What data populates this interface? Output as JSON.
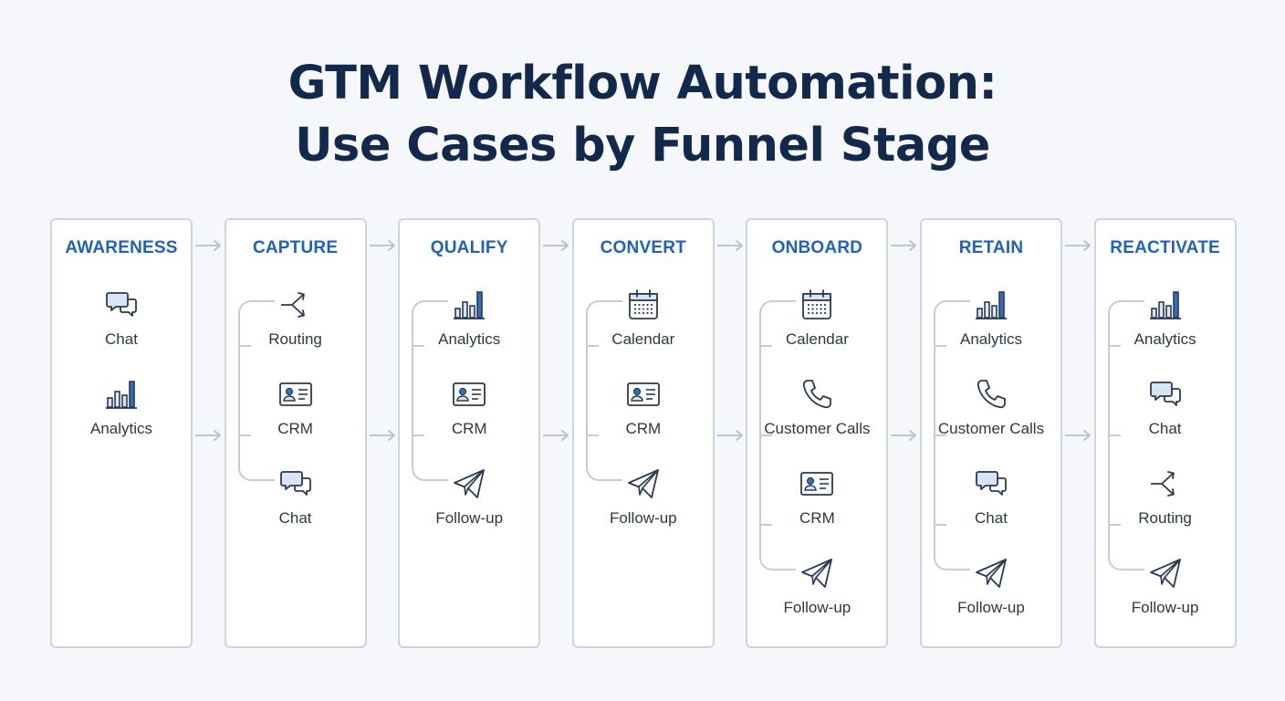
{
  "title": {
    "line1": "GTM Workflow Automation:",
    "line2": "Use Cases by Funnel Stage"
  },
  "stages": [
    {
      "name": "AWARENESS",
      "items": [
        {
          "label": "Chat",
          "icon": "chat-icon"
        },
        {
          "label": "Analytics",
          "icon": "analytics-icon"
        }
      ]
    },
    {
      "name": "CAPTURE",
      "items": [
        {
          "label": "Routing",
          "icon": "routing-icon"
        },
        {
          "label": "CRM",
          "icon": "crm-icon"
        },
        {
          "label": "Chat",
          "icon": "chat-icon"
        }
      ]
    },
    {
      "name": "QUALIFY",
      "items": [
        {
          "label": "Analytics",
          "icon": "analytics-icon"
        },
        {
          "label": "CRM",
          "icon": "crm-icon"
        },
        {
          "label": "Follow-up",
          "icon": "follow-up-icon"
        }
      ]
    },
    {
      "name": "CONVERT",
      "items": [
        {
          "label": "Calendar",
          "icon": "calendar-icon"
        },
        {
          "label": "CRM",
          "icon": "crm-icon"
        },
        {
          "label": "Follow-up",
          "icon": "follow-up-icon"
        }
      ]
    },
    {
      "name": "ONBOARD",
      "items": [
        {
          "label": "Calendar",
          "icon": "calendar-icon"
        },
        {
          "label": "Customer Calls",
          "icon": "phone-icon"
        },
        {
          "label": "CRM",
          "icon": "crm-icon"
        },
        {
          "label": "Follow-up",
          "icon": "follow-up-icon"
        }
      ]
    },
    {
      "name": "RETAIN",
      "items": [
        {
          "label": "Analytics",
          "icon": "analytics-icon"
        },
        {
          "label": "Customer Calls",
          "icon": "phone-icon"
        },
        {
          "label": "Chat",
          "icon": "chat-icon"
        },
        {
          "label": "Follow-up",
          "icon": "follow-up-icon"
        }
      ]
    },
    {
      "name": "REACTIVATE",
      "items": [
        {
          "label": "Analytics",
          "icon": "analytics-icon"
        },
        {
          "label": "Chat",
          "icon": "chat-icon"
        },
        {
          "label": "Routing",
          "icon": "routing-icon"
        },
        {
          "label": "Follow-up",
          "icon": "follow-up-icon"
        }
      ]
    }
  ],
  "colors": {
    "title": "#13294b",
    "stage_name": "#1f62b8",
    "icon_stroke": "#2b3a4e",
    "icon_fill": "#d7e5f6",
    "icon_accent": "#2f6fc4",
    "connector": "#b9c0c9"
  }
}
